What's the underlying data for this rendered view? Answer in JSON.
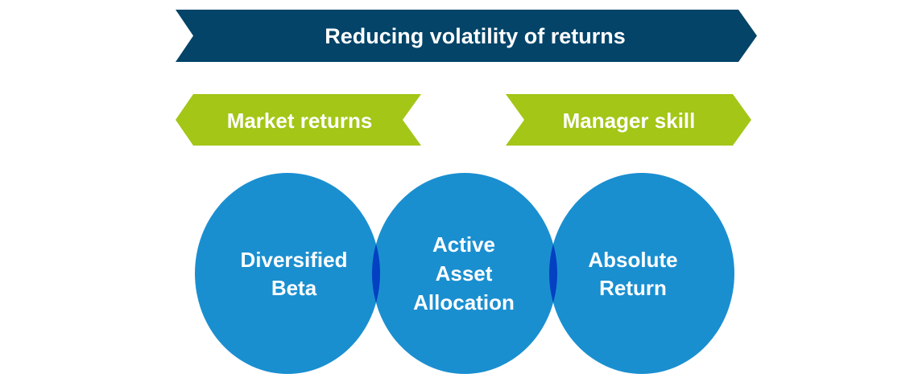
{
  "colors": {
    "banner": "#034468",
    "green": "#a3c617",
    "circle": "#1a8fd0",
    "overlap": "#0340c2",
    "text": "#ffffff"
  },
  "banner": {
    "label": "Reducing volatility of returns"
  },
  "arrows": [
    {
      "label": "Market returns",
      "direction": "left"
    },
    {
      "label": "Manager skill",
      "direction": "right"
    }
  ],
  "circles": [
    {
      "lines": [
        "Diversified",
        "Beta"
      ]
    },
    {
      "lines": [
        "Active",
        "Asset",
        "Allocation"
      ]
    },
    {
      "lines": [
        "Absolute",
        "Return"
      ]
    }
  ]
}
